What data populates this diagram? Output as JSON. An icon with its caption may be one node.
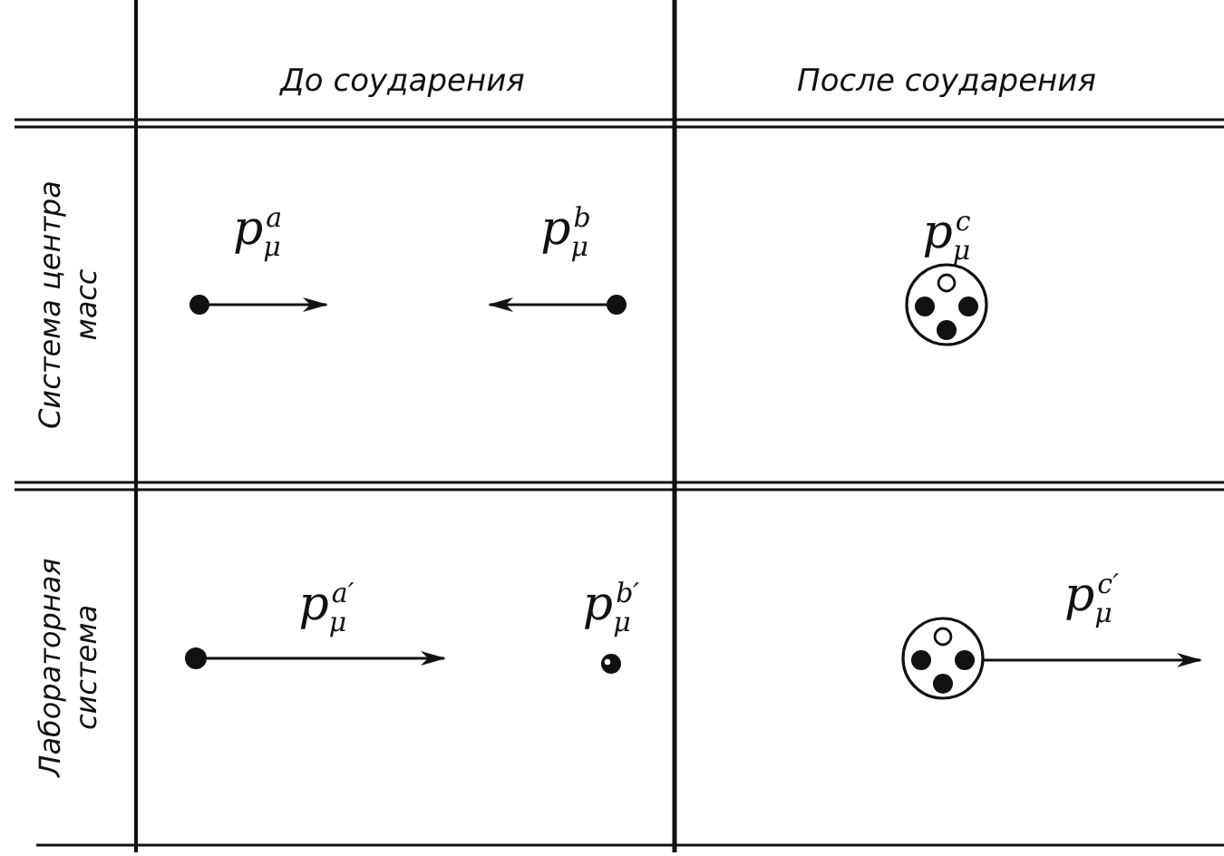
{
  "diagram": {
    "labels": [
      "До соударения",
      "После соударения",
      "Система центра масс",
      "p$_{μ}$$^{a}$",
      "p$_{μ}$$^{b}$",
      "p$_{μ}$$^{c}$",
      "Лабораторная система",
      "p$_{μ}$$^{a′}$",
      "p$_{μ}$$^{b′}$",
      "p$_{μ}$$^{c′}$"
    ]
  }
}
